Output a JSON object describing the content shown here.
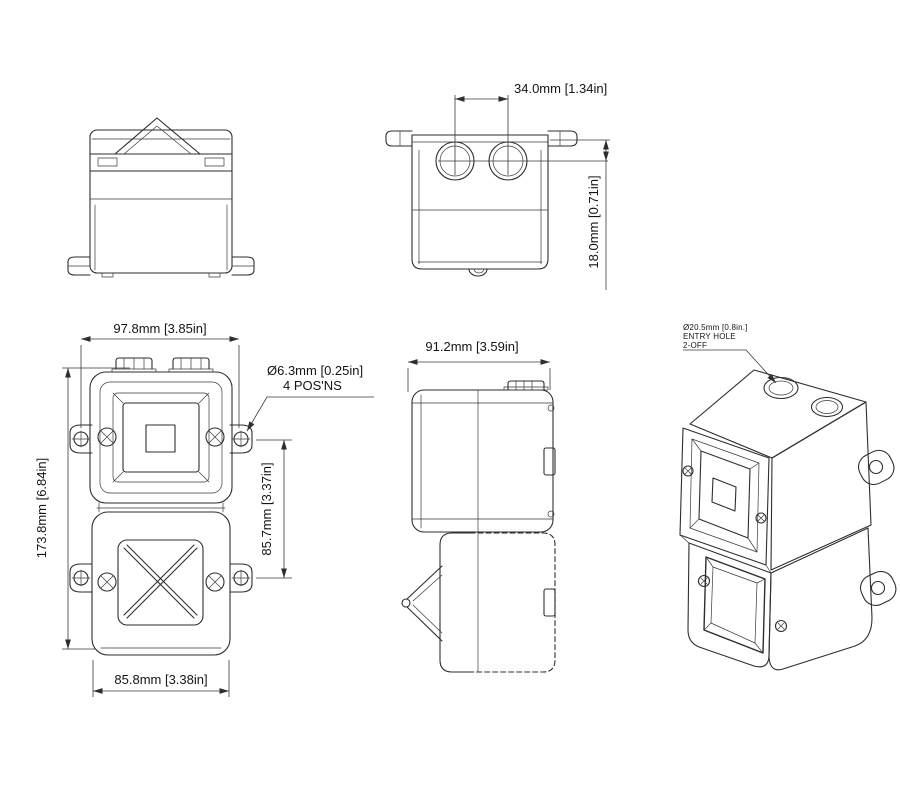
{
  "page": {
    "background": "#ffffff",
    "line_color": "#2e2e2e",
    "text_color": "#141414"
  },
  "dimensions": {
    "entry_spacing": "34.0mm [1.34in]",
    "entry_depth": "18.0mm [0.71in]",
    "overall_width": "97.8mm [3.85in]",
    "overall_height": "173.8mm [6.84in]",
    "fixing_centres_vertical": "85.7mm [3.37in]",
    "body_width": "85.8mm [3.38in]",
    "body_depth": "91.2mm [3.59in]"
  },
  "annotations": {
    "fixing_holes": {
      "line1": "Ø6.3mm [0.25in]",
      "line2": "4 POS'NS"
    },
    "entry_hole": {
      "line1": "Ø20.5mm [0.8in.]",
      "line2": "ENTRY HOLE",
      "line3": "2-OFF"
    }
  }
}
